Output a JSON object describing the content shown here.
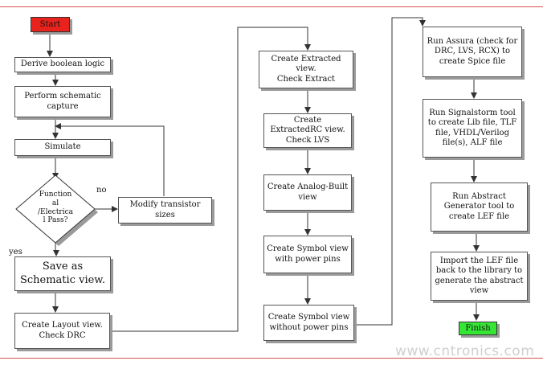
{
  "colors": {
    "start_fill": "#e8231d",
    "finish_fill": "#35e635",
    "rule": "#d9534f"
  },
  "nodes": {
    "start": "Start",
    "derive": "Derive boolean logic",
    "schematic": "Perform schematic capture",
    "simulate": "Simulate",
    "decision": "Function\nal\n/Electrica\nl Pass?",
    "modify": "Modify transistor sizes",
    "save": "Save as Schematic view.",
    "layout": "Create Layout view.\nCheck DRC",
    "extracted": "Create Extracted view.\nCheck Extract",
    "extractedrc": "Create ExtractedRC view.  Check LVS",
    "analog": "Create Analog-Built view",
    "symbol_power": "Create Symbol view with  power pins",
    "symbol_nopower": "Create Symbol view without  power pins",
    "assura": "Run Assura (check for DRC, LVS, RCX) to create Spice file",
    "signalstorm": "Run Signalstorm tool to create Lib file, TLF file, VHDL/Verilog file(s),  ALF file",
    "abstract": "Run Abstract Generator tool to create LEF file",
    "import": "Import the LEF file back to the library  to generate  the abstract view",
    "finish": "Finish"
  },
  "edge_labels": {
    "no": "no",
    "yes": "yes"
  },
  "watermark": "www.cntronics.com"
}
